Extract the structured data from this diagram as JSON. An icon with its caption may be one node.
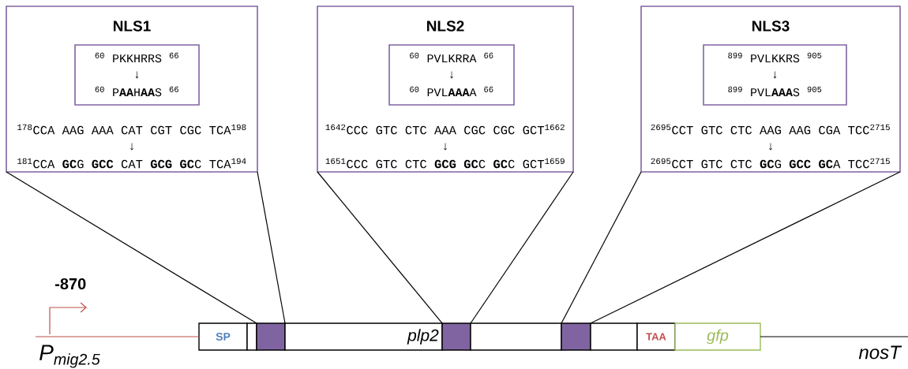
{
  "diagram": {
    "nodes": [
      {
        "text": [
          "NLS1",
          "$^{178}$CCA AAG AAA CAT CGT CGC TCA$^{198}$",
          "↓",
          "$^{181}$CCA **GC**G **GCC** CAT **GCG** **GC**C TCA$^{194}$"
        ]
      },
      {
        "text": [
          "$^{60}$ PKKHRRS $^{66}$",
          "↓",
          "$^{60}$ P**AA**H**AA**S $^{66}$"
        ],
        "in": 0
      },
      {
        "text": [
          "NLS2",
          "$^{1642}$CCC GTC CTC AAA CGC CGC GCT$^{1662}$",
          "↓",
          "$^{1651}$CCC GTC CTC **GCG** **GC**C **GC**C GCT$^{1659}$"
        ]
      },
      {
        "text": [
          "$^{60}$ PVLKRRA $^{66}$",
          "↓",
          "$^{60}$ PVL**AAA**A $^{66}$"
        ],
        "in": 2
      },
      {
        "text": [
          "NLS3",
          "$^{2695}$CCT GTC CTC AAG AAG CGA TCC$^{2715}$",
          "↓",
          "$^{2695}$CCT GTC CTC **GC**G **GCC** **GC**A TCC$^{2715}$"
        ]
      },
      {
        "text": [
          "$^{899}$ PVLKKRS $^{905}$",
          "↓",
          "$^{899}$ PVL**AAA**S $^{905}$"
        ],
        "in": 4
      },
      {
        "text": [
          "SP"
        ]
      },
      {
        "text": [],
        "shape": "box"
      },
      {
        "text": [],
        "shape": "box"
      },
      {
        "text": [
          "plp2"
        ]
      },
      {
        "text": [],
        "shape": "box"
      },
      {
        "text": [],
        "shape": "box"
      },
      {
        "text": [],
        "shape": "box"
      },
      {
        "text": [],
        "shape": "box"
      },
      {
        "text": [
          "TAA"
        ]
      },
      {
        "text": [
          "gfp"
        ]
      }
    ],
    "edges": [
      {
        "from": 0,
        "to": 8,
        "arrow": "none"
      },
      {
        "from": 0,
        "to": 8,
        "arrow": "none"
      },
      {
        "from": 2,
        "to": 10,
        "arrow": "none"
      },
      {
        "from": 2,
        "to": 10,
        "arrow": "none"
      },
      {
        "from": 4,
        "to": 12,
        "arrow": "none"
      },
      {
        "from": 4,
        "to": 12,
        "arrow": "none"
      },
      {
        "from": null,
        "to": 6,
        "arrow": "none",
        "color": "#c0504d"
      },
      {
        "from": 15,
        "to": null,
        "arrow": "none"
      }
    ],
    "labels": [
      "-870",
      "P$_{mig2.5}$",
      "nosT"
    ]
  }
}
